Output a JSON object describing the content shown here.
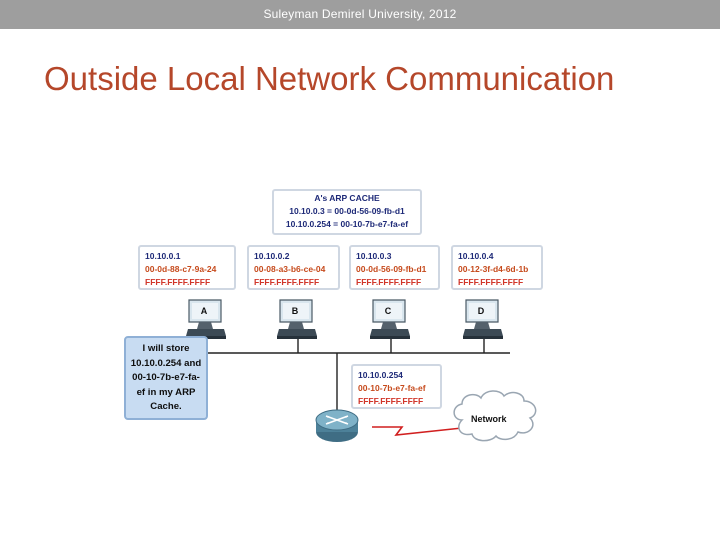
{
  "header": {
    "text": "Suleyman Demirel University, 2012"
  },
  "slide": {
    "title": "Outside Local Network Communication"
  },
  "diagram": {
    "arp_cache": {
      "title": "A's ARP CACHE",
      "entries": [
        "10.10.0.3 = 00-0d-56-09-fb-d1",
        "10.10.0.254 = 00-10-7b-e7-fa-ef"
      ]
    },
    "hosts": [
      {
        "label": "A",
        "ip": "10.10.0.1",
        "mac": "00-0d-88-c7-9a-24",
        "broadcast": "FFFF.FFFF.FFFF"
      },
      {
        "label": "B",
        "ip": "10.10.0.2",
        "mac": "00-08-a3-b6-ce-04",
        "broadcast": "FFFF.FFFF.FFFF"
      },
      {
        "label": "C",
        "ip": "10.10.0.3",
        "mac": "00-0d-56-09-fb-d1",
        "broadcast": "FFFF.FFFF.FFFF"
      },
      {
        "label": "D",
        "ip": "10.10.0.4",
        "mac": "00-12-3f-d4-6d-1b",
        "broadcast": "FFFF.FFFF.FFFF"
      }
    ],
    "router": {
      "ip": "10.10.0.254",
      "mac": "00-10-7b-e7-fa-ef",
      "broadcast": "FFFF.FFFF.FFFF"
    },
    "callout": {
      "lines": [
        "I will store",
        "10.10.0.254 and",
        "00-10-7b-e7-fa-",
        "ef in my ARP",
        "Cache."
      ]
    },
    "cloud": {
      "label": "Network"
    },
    "colors": {
      "ip": "#1e2a78",
      "mac": "#c64a1c",
      "broadcast": "#d1362a",
      "link": "#d11f1f"
    }
  }
}
